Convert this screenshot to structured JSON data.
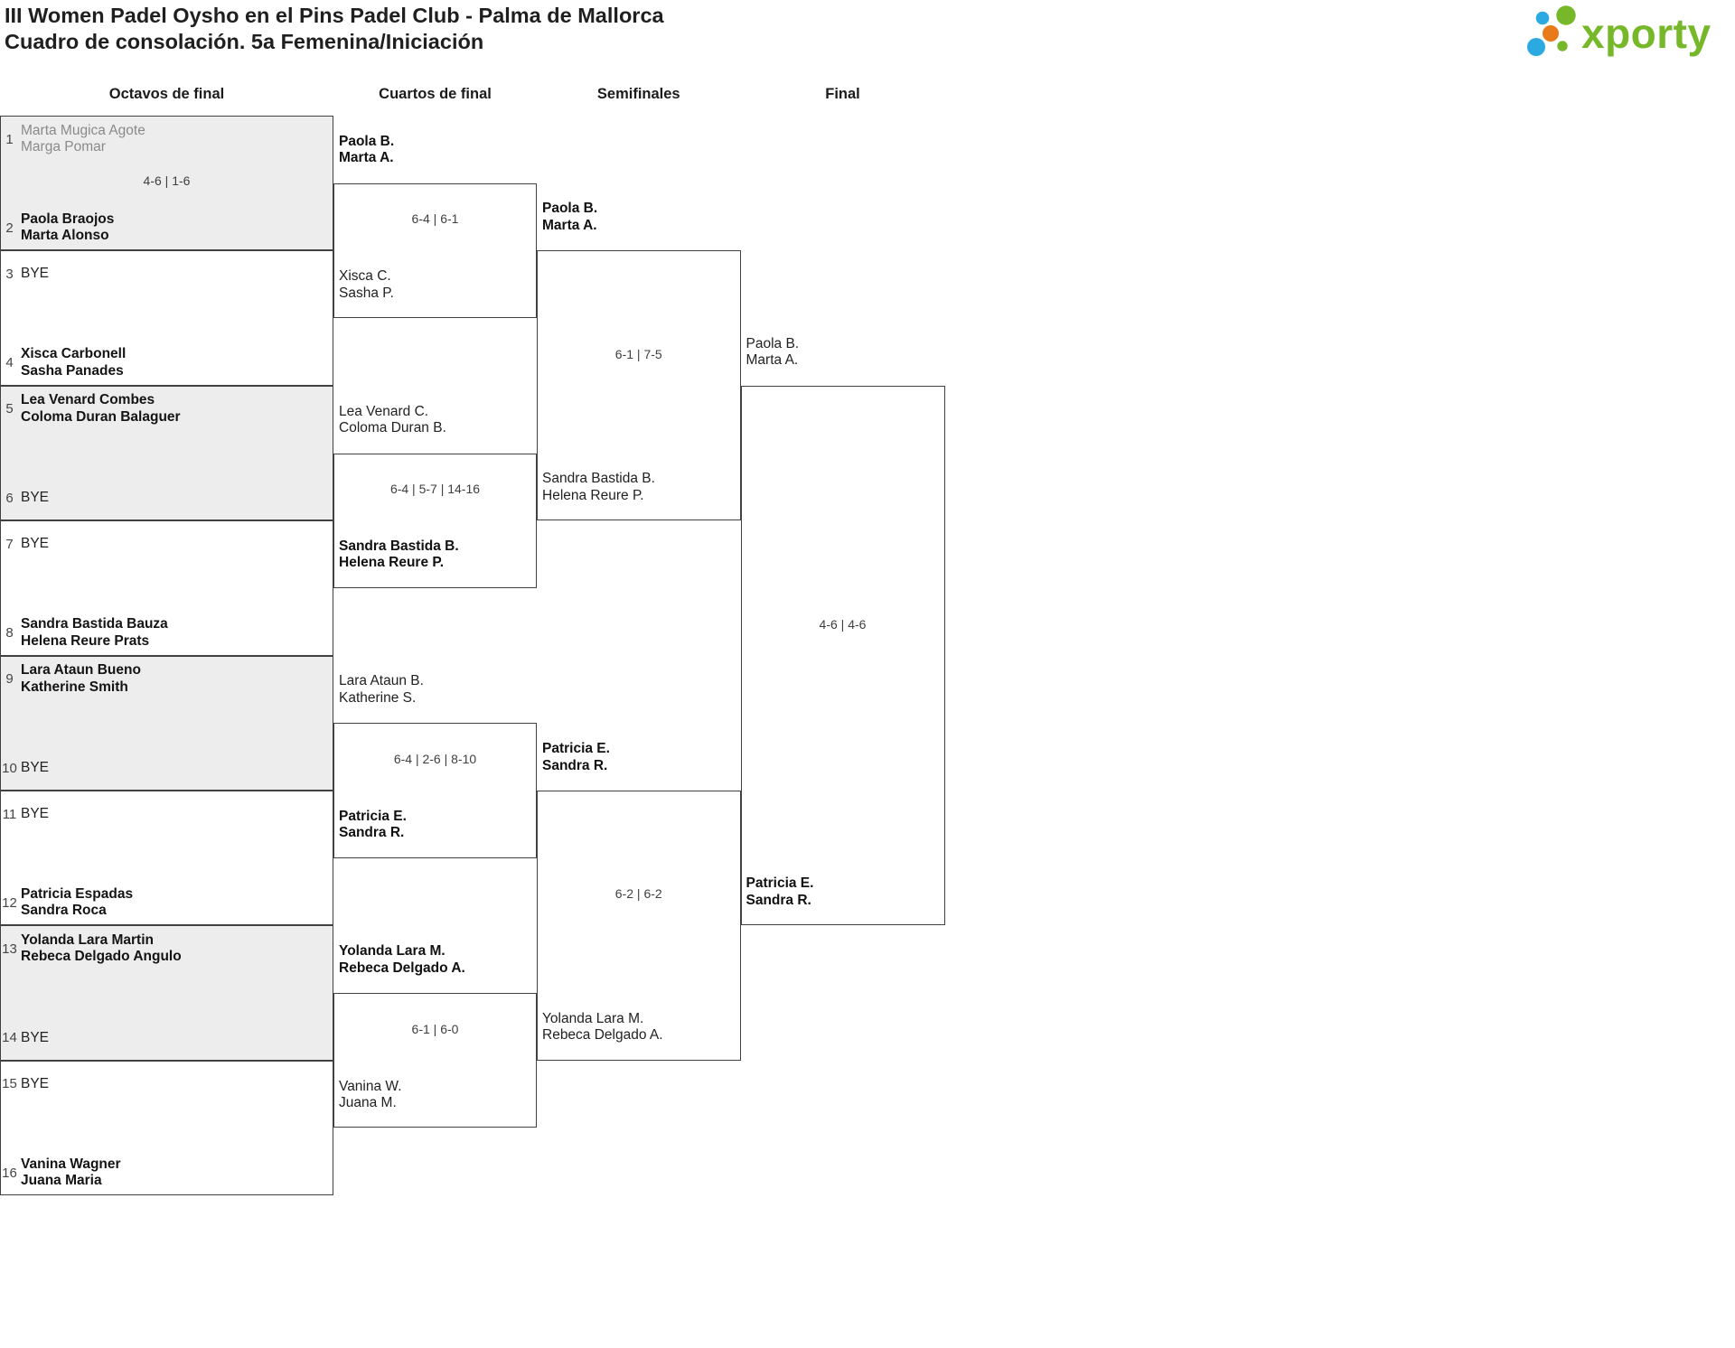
{
  "title": {
    "line1": "III Women Padel Oysho en el Pins Padel Club - Palma de Mallorca",
    "line2": "Cuadro de consolación. 5a Femenina/Iniciación"
  },
  "logo": {
    "text": "xporty",
    "green": "#76b82a",
    "blue": "#2ca9e1",
    "orange": "#e87a1a"
  },
  "colors": {
    "shaded_box": "#ededed",
    "border": "#414141",
    "winner_text": "#141414",
    "loser_text": "#8a8a8a",
    "score_text": "#3f3f3f",
    "seed_text": "#454545"
  },
  "round_headers": [
    {
      "label": "Octavos de final"
    },
    {
      "label": "Cuartos de final"
    },
    {
      "label": "Semifinales"
    },
    {
      "label": "Final"
    }
  ],
  "first_round": [
    {
      "shaded": true,
      "score": "4-6 | 1-6",
      "top": {
        "seed": "1",
        "lines": [
          "Marta Mugica Agote",
          "Marga Pomar"
        ],
        "style": "loser"
      },
      "bottom": {
        "seed": "2",
        "lines": [
          "Paola Braojos",
          "Marta Alonso"
        ],
        "style": "winner"
      }
    },
    {
      "shaded": false,
      "score": "",
      "top": {
        "seed": "3",
        "lines": [
          "BYE"
        ],
        "style": "bye"
      },
      "bottom": {
        "seed": "4",
        "lines": [
          "Xisca Carbonell",
          "Sasha Panades"
        ],
        "style": "winner"
      }
    },
    {
      "shaded": true,
      "score": "",
      "top": {
        "seed": "5",
        "lines": [
          "Lea Venard Combes",
          "Coloma Duran Balaguer"
        ],
        "style": "winner"
      },
      "bottom": {
        "seed": "6",
        "lines": [
          "BYE"
        ],
        "style": "bye"
      }
    },
    {
      "shaded": false,
      "score": "",
      "top": {
        "seed": "7",
        "lines": [
          "BYE"
        ],
        "style": "bye"
      },
      "bottom": {
        "seed": "8",
        "lines": [
          "Sandra Bastida Bauza",
          "Helena Reure Prats"
        ],
        "style": "winner"
      }
    },
    {
      "shaded": true,
      "score": "",
      "top": {
        "seed": "9",
        "lines": [
          "Lara Ataun Bueno",
          "Katherine Smith"
        ],
        "style": "winner"
      },
      "bottom": {
        "seed": "10",
        "lines": [
          "BYE"
        ],
        "style": "bye"
      }
    },
    {
      "shaded": false,
      "score": "",
      "top": {
        "seed": "11",
        "lines": [
          "BYE"
        ],
        "style": "bye"
      },
      "bottom": {
        "seed": "12",
        "lines": [
          "Patricia Espadas",
          "Sandra Roca"
        ],
        "style": "winner"
      }
    },
    {
      "shaded": true,
      "score": "",
      "top": {
        "seed": "13",
        "lines": [
          "Yolanda Lara Martin",
          "Rebeca Delgado Angulo"
        ],
        "style": "winner"
      },
      "bottom": {
        "seed": "14",
        "lines": [
          "BYE"
        ],
        "style": "bye"
      }
    },
    {
      "shaded": false,
      "score": "",
      "top": {
        "seed": "15",
        "lines": [
          "BYE"
        ],
        "style": "bye"
      },
      "bottom": {
        "seed": "16",
        "lines": [
          "Vanina Wagner",
          "Juana Maria"
        ],
        "style": "winner"
      }
    }
  ],
  "later_rounds": [
    {
      "name": "Cuartos de final",
      "matches": [
        {
          "score": "6-4 | 6-1",
          "top": {
            "lines": [
              "Paola B.",
              "Marta A."
            ],
            "bold": true
          },
          "bottom": {
            "lines": [
              "Xisca C.",
              "Sasha P."
            ],
            "bold": false
          }
        },
        {
          "score": "6-4 | 5-7 | 14-16",
          "top": {
            "lines": [
              "Lea Venard C.",
              "Coloma Duran B."
            ],
            "bold": false
          },
          "bottom": {
            "lines": [
              "Sandra Bastida B.",
              "Helena Reure P."
            ],
            "bold": true
          }
        },
        {
          "score": "6-4 | 2-6 | 8-10",
          "top": {
            "lines": [
              "Lara Ataun B.",
              "Katherine S."
            ],
            "bold": false
          },
          "bottom": {
            "lines": [
              "Patricia E.",
              "Sandra R."
            ],
            "bold": true
          }
        },
        {
          "score": "6-1 | 6-0",
          "top": {
            "lines": [
              "Yolanda Lara M.",
              "Rebeca Delgado A."
            ],
            "bold": true
          },
          "bottom": {
            "lines": [
              "Vanina W.",
              "Juana M."
            ],
            "bold": false
          }
        }
      ]
    },
    {
      "name": "Semifinales",
      "matches": [
        {
          "score": "6-1 | 7-5",
          "top": {
            "lines": [
              "Paola B.",
              "Marta A."
            ],
            "bold": true
          },
          "bottom": {
            "lines": [
              "Sandra Bastida B.",
              "Helena Reure P."
            ],
            "bold": false
          }
        },
        {
          "score": "6-2 | 6-2",
          "top": {
            "lines": [
              "Patricia E.",
              "Sandra R."
            ],
            "bold": true
          },
          "bottom": {
            "lines": [
              "Yolanda Lara M.",
              "Rebeca Delgado A."
            ],
            "bold": false
          }
        }
      ]
    },
    {
      "name": "Final",
      "matches": [
        {
          "score": "4-6 | 4-6",
          "top": {
            "lines": [
              "Paola B.",
              "Marta A."
            ],
            "bold": false
          },
          "bottom": {
            "lines": [
              "Patricia E.",
              "Sandra R."
            ],
            "bold": true
          }
        }
      ]
    }
  ]
}
